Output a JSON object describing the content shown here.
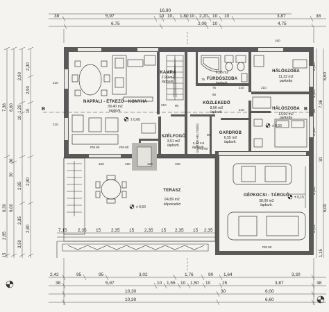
{
  "top_dims": {
    "row1": [
      "16,90"
    ],
    "row2": [
      "38",
      "5,97",
      "10",
      "10",
      "1,80",
      "10",
      "2,20",
      "10",
      "10",
      "3,87",
      "38"
    ],
    "row3": [
      "6,75",
      "2,00",
      "10",
      "4,75"
    ]
  },
  "bottom_dims": {
    "row1": [
      "2,42",
      "95",
      "95",
      "3,02",
      "1,76",
      "90",
      "1,64",
      "3,30"
    ],
    "row2": [
      "38",
      "5,97",
      "10",
      "1,55",
      "10",
      "1,50",
      "10",
      "25",
      "3,87",
      "38"
    ],
    "row3": [
      "10,30",
      "30",
      "6,00"
    ],
    "row4": [
      "10,30",
      "6,60"
    ]
  },
  "left_dims": {
    "col1": [
      "7,36",
      "6,30",
      "2,85",
      "15"
    ],
    "col2": [
      "6,60",
      "36",
      "30",
      "6,00"
    ],
    "col3": [
      "2,90",
      "1,20",
      "10",
      "2,85",
      "2,85",
      "3,50"
    ],
    "col4": [
      "2,30",
      "2,90",
      "10",
      "2,80",
      "2,80"
    ]
  },
  "right_dims": {
    "col1": [
      "2,30",
      "2,90",
      "38",
      "2,90",
      "2,80",
      "2,85"
    ],
    "col2": [
      "7,36",
      "6,60",
      "30",
      "6,00",
      "1,15"
    ]
  },
  "inner_dims": {
    "terrace_row": [
      "7,15",
      "2,35",
      "15",
      "2,35",
      "15",
      "2,35",
      "15",
      "2,35",
      "15",
      "2,35"
    ],
    "window_marks": [
      "PM 90",
      "PM 80",
      "PM 80",
      "PM 90"
    ],
    "door_sizes": [
      "210",
      "210",
      "210",
      "210",
      "210",
      "210",
      "75",
      "75",
      "90",
      "90",
      "100",
      "100",
      "150",
      "150",
      "160",
      "90"
    ],
    "side_labels": [
      "B",
      "B"
    ]
  },
  "rooms": [
    {
      "id": "nappali",
      "name": "NAPPALI - ÉTKEZŐ - KONYHA",
      "area": "39,40 m2",
      "floor": "lapburk."
    },
    {
      "id": "kamra",
      "name": "KAMRA",
      "area": "2,90 m2",
      "floor": "lapburk."
    },
    {
      "id": "furdo",
      "name": "FÜRDŐSZOBA",
      "area": "6,58 m2",
      "floor": "lapburk."
    },
    {
      "id": "halo1",
      "name": "HÁLÓSZOBA",
      "area": "11,22 m2",
      "floor": "parketta"
    },
    {
      "id": "kozl",
      "name": "KÖZLEKEDŐ",
      "area": "8,56 m2",
      "floor": "lapburk."
    },
    {
      "id": "halo2",
      "name": "HÁLÓSZOBA",
      "area": "13,69 m2",
      "floor": "parketta"
    },
    {
      "id": "szel",
      "name": "SZÉLFOGÓ",
      "area": "3,51 m2",
      "floor": "lapburk."
    },
    {
      "id": "tech",
      "name": "GAZTÁR HELYISÉG",
      "area": "2,46 m2",
      "floor": "lapburk."
    },
    {
      "id": "gard",
      "name": "GARDRÓB",
      "area": "6,55 m2",
      "floor": "lapburk."
    },
    {
      "id": "terasz",
      "name": "TERASZ",
      "area": "64,89 m2",
      "floor": "kőporcelán"
    },
    {
      "id": "garazs",
      "name": "GÉPKOCSI - TÁROLÓ",
      "area": "38,00 m2",
      "floor": "lapburk."
    }
  ],
  "levels": [
    "± 0,60",
    "± 0,60",
    "± 0,15",
    "± 0,60"
  ],
  "colors": {
    "wall": "#5a5a5a",
    "paper": "#f4f3ef",
    "line": "#333333"
  }
}
